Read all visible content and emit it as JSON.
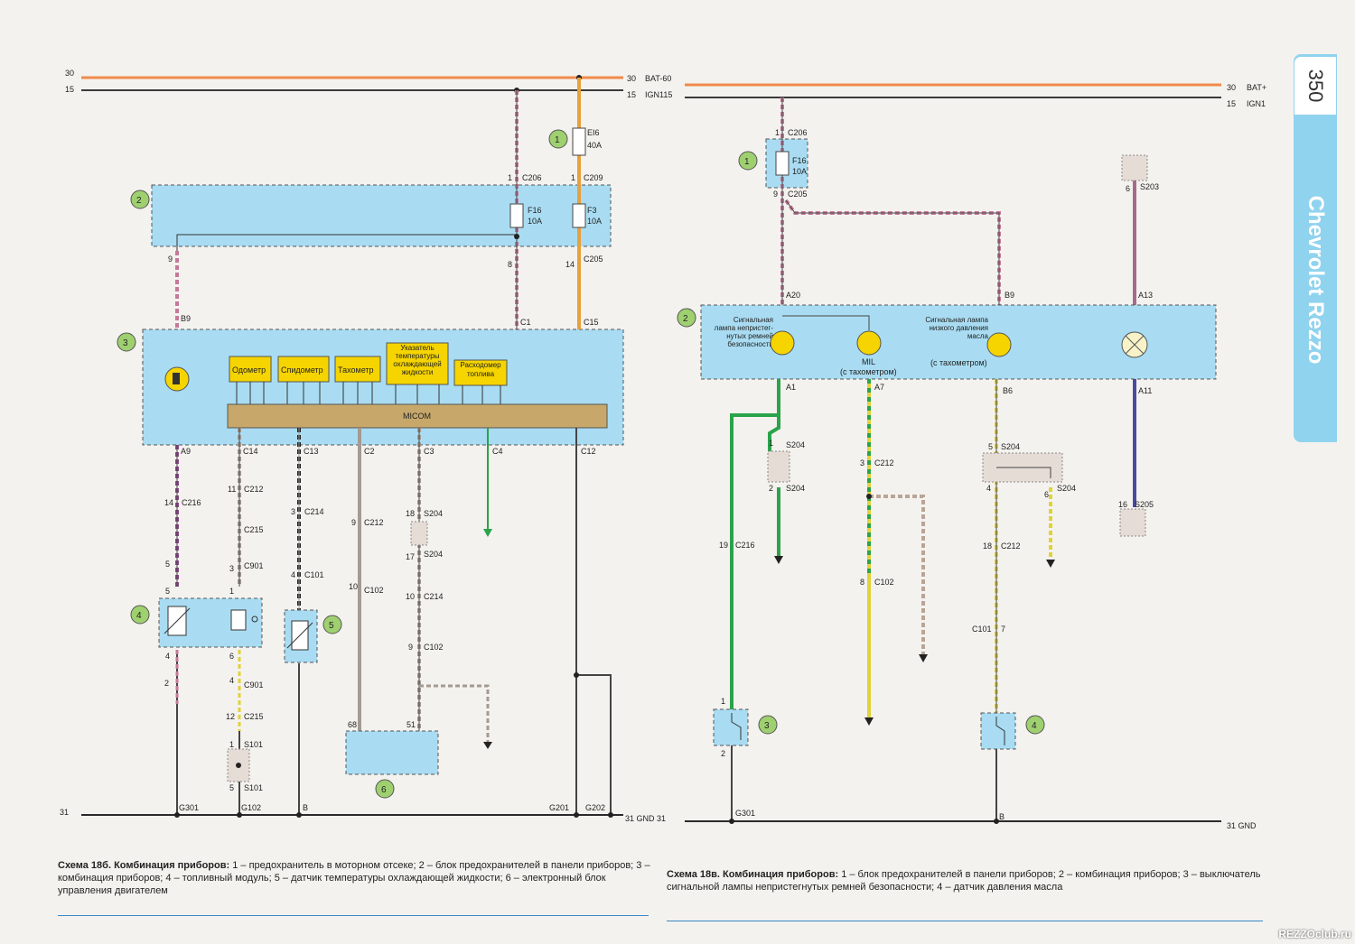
{
  "page": {
    "number": "350",
    "brand": "Chevrolet Rezzo",
    "watermark": "REZZOclub.ru"
  },
  "left": {
    "rail_top": {
      "left": "30",
      "right_num": "30",
      "right_name": "BAT-60"
    },
    "rail_15": {
      "left": "15",
      "right_num": "15",
      "right_name": "IGN115"
    },
    "rail_gnd": {
      "left": "31",
      "right": "31 GND 31"
    },
    "callouts": [
      "1",
      "2",
      "3",
      "4",
      "5",
      "6"
    ],
    "fuses": [
      {
        "name": "EI6",
        "rating": "40A"
      },
      {
        "name": "F16",
        "rating": "10A"
      },
      {
        "name": "F3",
        "rating": "10A"
      }
    ],
    "gauges": [
      "Одометр",
      "Спидометр",
      "Тахометр",
      "Указатель температуры охлаждающей жидкости",
      "Расходомер топлива"
    ],
    "micom": "MICOM",
    "connectors": {
      "c206": "C206",
      "c209": "C209",
      "c205": "C205",
      "c1": "C1",
      "c15": "C15",
      "b9": "B9",
      "a9": "A9",
      "c14": "C14",
      "c13": "C13",
      "c2": "C2",
      "c3": "C3",
      "c4": "C4",
      "c12": "C12",
      "c216": "C216",
      "c212": "C212",
      "c215": "C215",
      "c214": "C214",
      "c212b": "C212",
      "s204": "S204",
      "c901": "C901",
      "c101": "C101",
      "c102": "C102",
      "s204b": "S204",
      "c214b": "C214",
      "c102b": "C102",
      "c901b": "C901",
      "c215b": "C215",
      "s101": "S101",
      "s101b": "S101"
    },
    "pins": {
      "p1": "1",
      "p1b": "1",
      "p9": "9",
      "p8": "8",
      "p14": "14",
      "p14b": "14",
      "p11": "11",
      "p3": "3",
      "p9b": "9",
      "p18": "18",
      "p5": "5",
      "p3b": "3",
      "p4": "4",
      "p10": "10",
      "p17": "17",
      "p10b": "10",
      "p9c": "9",
      "p5b": "5",
      "p1c": "1",
      "p4b": "4",
      "p6": "6",
      "p2": "2",
      "p4c": "4",
      "p12": "12",
      "p68": "68",
      "p51": "51",
      "p5c": "5",
      "p1d": "1"
    },
    "grounds": {
      "g301": "G301",
      "g102": "G102",
      "b": "B",
      "g201": "G201",
      "g202": "G202"
    }
  },
  "right": {
    "rail_top": {
      "num": "30",
      "name": "BAT+"
    },
    "rail_15": {
      "num": "15",
      "name": "IGN1"
    },
    "rail_gnd": {
      "label": "31 GND"
    },
    "callouts": [
      "1",
      "2",
      "3",
      "4"
    ],
    "fuse": {
      "name": "F16",
      "rating": "10A"
    },
    "lamps": {
      "belt": "Сигнальная лампа непристег-нутых ремней безопасности",
      "mil_name": "MIL",
      "mil_note": "(с тахометром)",
      "oil": "Сигнальная лампа низкого давления масла",
      "oil_note": "(с тахометром)"
    },
    "connectors": {
      "c206": "C206",
      "c205": "C205",
      "s203": "S203",
      "a20": "A20",
      "b9": "B9",
      "a13": "A13",
      "a1": "A1",
      "a7": "A7",
      "b6": "B6",
      "a11": "A11",
      "s204": "S204",
      "s204b": "S204",
      "c212": "C212",
      "s204c": "S204",
      "s204d": "S204",
      "c216": "C216",
      "c102": "C102",
      "c212b": "C212",
      "s205": "S205",
      "c101": "C101"
    },
    "pins": {
      "p1": "1",
      "p9": "9",
      "p6": "6",
      "p1b": "1",
      "p2": "2",
      "p3": "3",
      "p5": "5",
      "p4": "4",
      "p6b": "6",
      "p19": "19",
      "p8": "8",
      "p18": "18",
      "p16": "16",
      "p7": "7",
      "p1c": "1",
      "p2b": "2"
    },
    "grounds": {
      "g301": "G301",
      "b": "B"
    }
  },
  "caption_left": {
    "title": "Схема 18б. Комбинация приборов:",
    "text": " 1 – предохранитель в моторном отсеке; 2 – блок предохранителей в панели приборов; 3 – комбинация приборов; 4 – топливный модуль; 5 – датчик температуры охлаждающей жидкости; 6 – электронный блок управления двигателем"
  },
  "caption_right": {
    "title": "Схема 18в. Комбинация приборов:",
    "text": " 1 – блок предохранителей в панели приборов; 2 – комбинация приборов; 3 – выключатель сигнальной лампы непристегнутых ремней безопасности; 4 – датчик давления масла"
  },
  "colors": {
    "bat_wire": "#f08a4b",
    "ign_wire": "#3a3a3a",
    "ground": "#2a2a2a",
    "pink": "#c6789a",
    "orange": "#e8a03c",
    "green": "#2aa34a",
    "yellow": "#e0d238",
    "purple": "#8a4a8a",
    "blue": "#4a4aa0",
    "gray": "#a39a92",
    "module": "#a9dcf2",
    "gauge": "#f5d400",
    "micom": "#c7a86a"
  }
}
